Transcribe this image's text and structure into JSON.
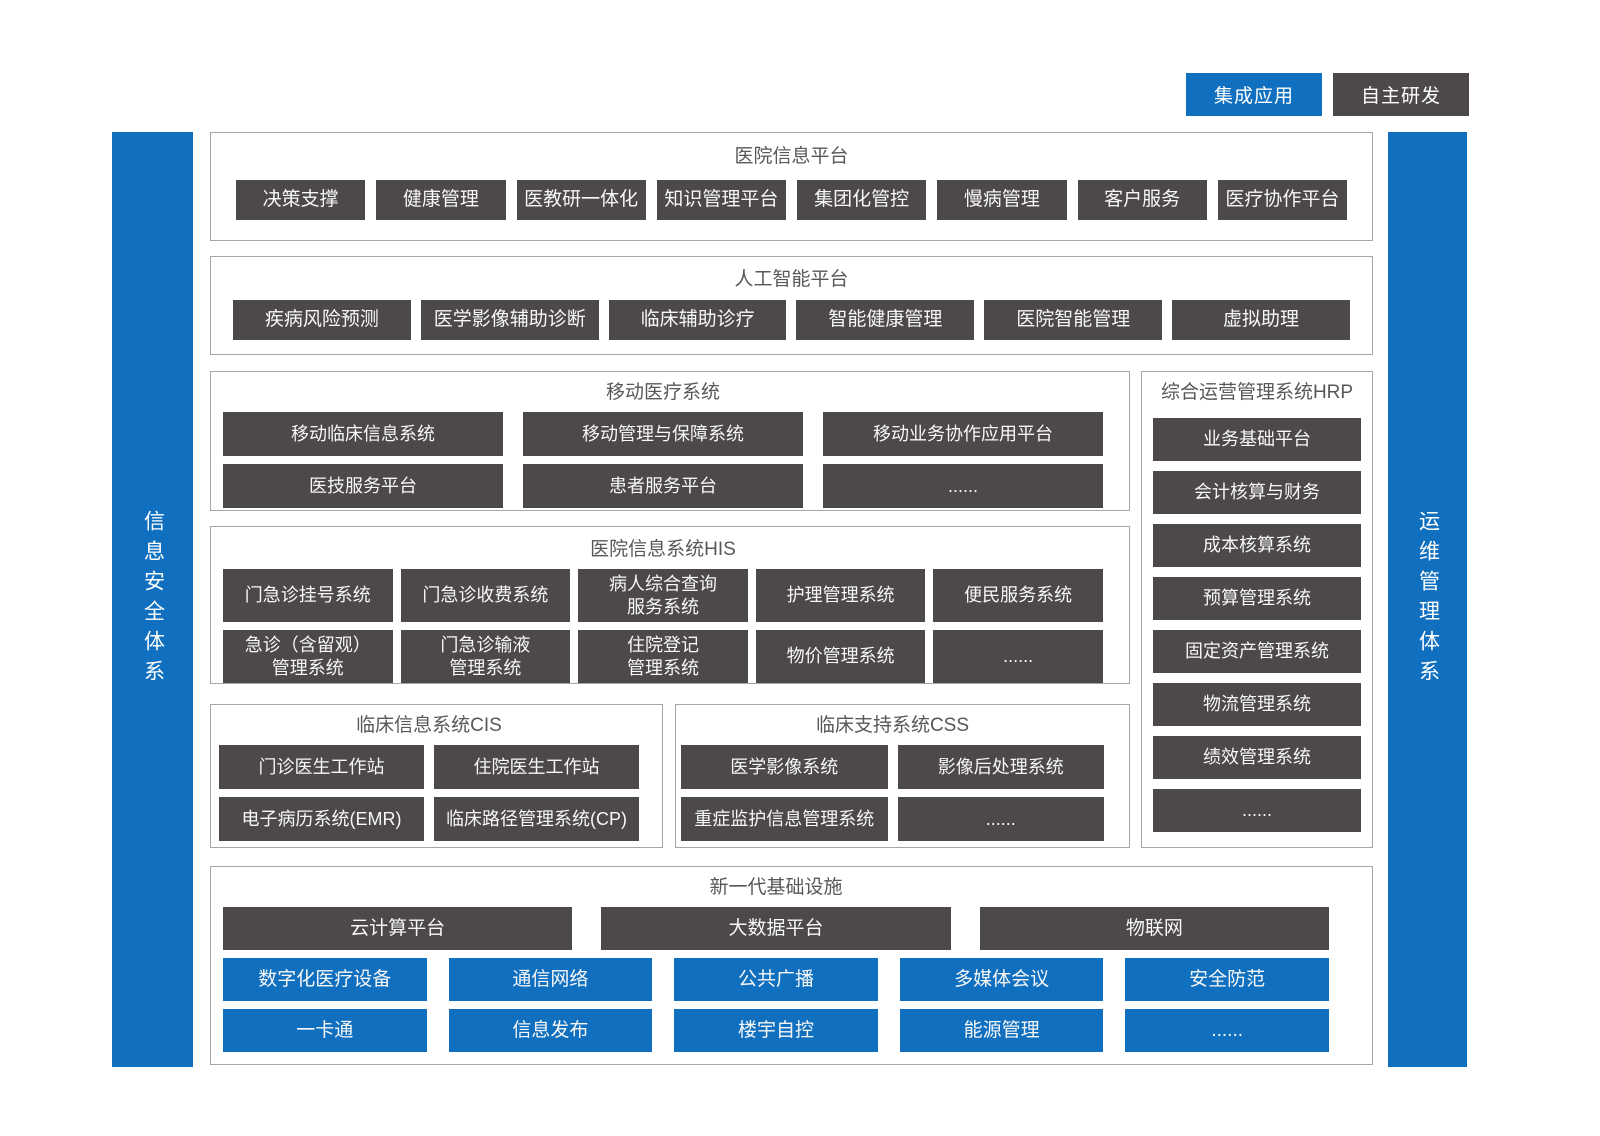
{
  "colors": {
    "blue": "#1070bf",
    "dark_gray": "#4c4948",
    "box_border": "#a6a6a6",
    "title_text": "#595757"
  },
  "legend": {
    "integrated_label": "集成应用",
    "self_developed_label": "自主研发"
  },
  "pillars": {
    "left_label": "信息安全体系",
    "right_label": "运维管理体系"
  },
  "sections": {
    "hip": {
      "title": "医院信息平台",
      "items": [
        "决策支撑",
        "健康管理",
        "医教研一体化",
        "知识管理平台",
        "集团化管控",
        "慢病管理",
        "客户服务",
        "医疗协作平台"
      ]
    },
    "ai": {
      "title": "人工智能平台",
      "items": [
        "疾病风险预测",
        "医学影像辅助诊断",
        "临床辅助诊疗",
        "智能健康管理",
        "医院智能管理",
        "虚拟助理"
      ]
    },
    "mobile": {
      "title": "移动医疗系统",
      "rows": [
        [
          "移动临床信息系统",
          "移动管理与保障系统",
          "移动业务协作应用平台"
        ],
        [
          "医技服务平台",
          "患者服务平台",
          "......"
        ]
      ]
    },
    "hrp": {
      "title": "综合运营管理系统HRP",
      "items": [
        "业务基础平台",
        "会计核算与财务",
        "成本核算系统",
        "预算管理系统",
        "固定资产管理系统",
        "物流管理系统",
        "绩效管理系统",
        "......"
      ]
    },
    "his": {
      "title": "医院信息系统HIS",
      "rows": [
        [
          "门急诊挂号系统",
          "门急诊收费系统",
          "病人综合查询\n服务系统",
          "护理管理系统",
          "便民服务系统"
        ],
        [
          "急诊（含留观）\n管理系统",
          "门急诊输液\n管理系统",
          "住院登记\n管理系统",
          "物价管理系统",
          "......"
        ]
      ]
    },
    "cis": {
      "title": "临床信息系统CIS",
      "rows": [
        [
          "门诊医生工作站",
          "住院医生工作站"
        ],
        [
          "电子病历系统(EMR)",
          "临床路径管理系统(CP)"
        ]
      ]
    },
    "css": {
      "title": "临床支持系统CSS",
      "rows": [
        [
          "医学影像系统",
          "影像后处理系统"
        ],
        [
          "重症监护信息管理系统",
          "......"
        ]
      ]
    },
    "infra": {
      "title": "新一代基础设施",
      "dark_row": [
        "云计算平台",
        "大数据平台",
        "物联网"
      ],
      "blue_rows": [
        [
          "数字化医疗设备",
          "通信网络",
          "公共广播",
          "多媒体会议",
          "安全防范"
        ],
        [
          "一卡通",
          "信息发布",
          "楼宇自控",
          "能源管理",
          "......"
        ]
      ]
    }
  }
}
